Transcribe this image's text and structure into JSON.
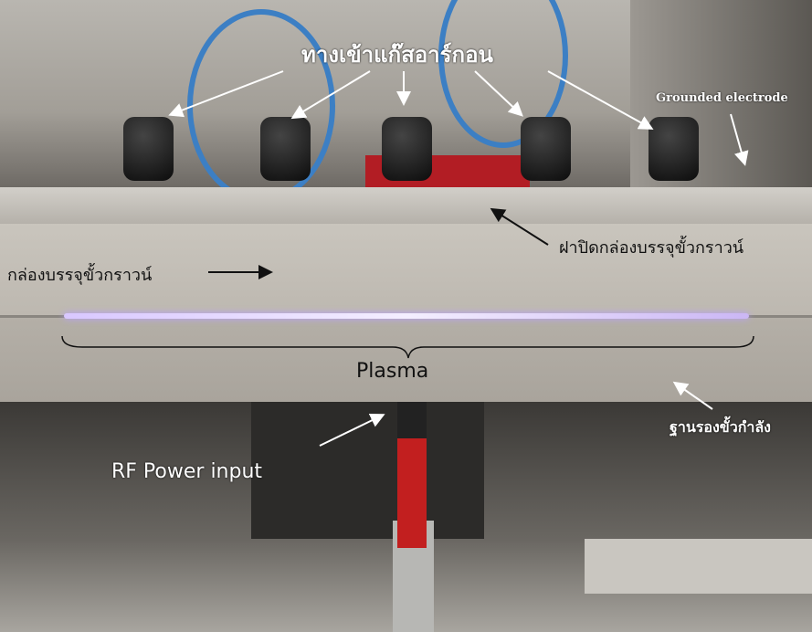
{
  "labels": {
    "argon_inlet": "ทางเข้าแก๊สอาร์กอน",
    "grounded_electrode": "Grounded electrode",
    "lid": "ฝาปิดกล่องบรรจุขั้วกราวน์",
    "ground_box": "กล่องบรรจุขั้วกราวน์",
    "plasma": "Plasma",
    "power_base": "ฐานรองขั้วกำลัง",
    "rf_input": "RF Power input"
  },
  "colors": {
    "plasma_glow": "#e6dcff",
    "tubing": "#3c7fc4",
    "cable": "#c21f1f"
  }
}
